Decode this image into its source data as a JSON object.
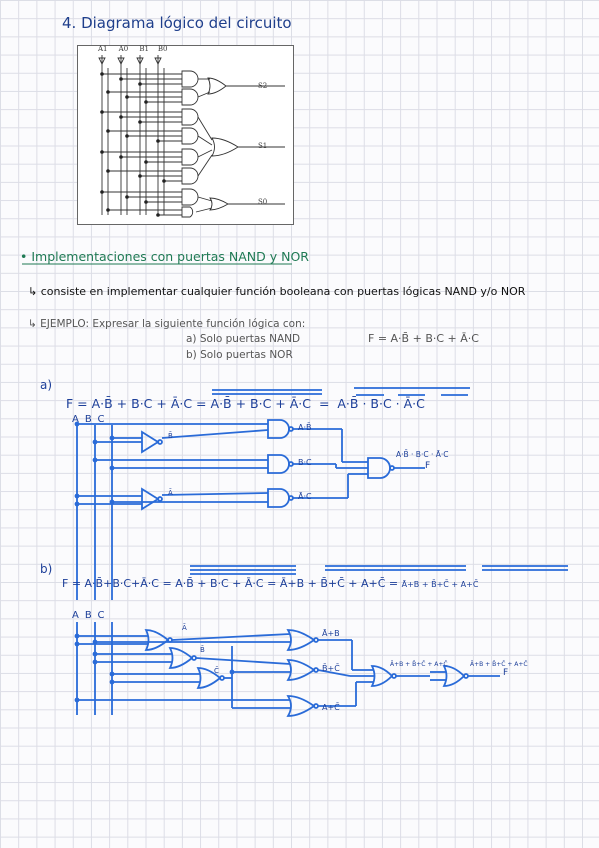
{
  "section4_title": "4. Diagrama lógico del circuito",
  "circuit1": {
    "inputs": [
      "A1",
      "A0",
      "B1",
      "B0"
    ],
    "outputs": [
      "S2",
      "S1",
      "S0"
    ]
  },
  "impl_heading": "• Implementaciones con puertas NAND y NOR",
  "impl_desc": "↳ consiste en implementar cualquier función booleana con puertas lógicas NAND y/o NOR",
  "example": {
    "label": "↳ EJEMPLO: Expresar la siguiente función lógica con:",
    "opt_a": "a) Solo puertas NAND",
    "opt_b": "b) Solo puertas NOR",
    "function": "F = A·B̄ + B·C + Ā·C"
  },
  "part_a": {
    "label": "a)",
    "equation_lhs": "F = A·B̄ + B·C + Ā·C =",
    "equation_mid": "A·B̄ + B·C + Ā·C",
    "equation_rhs": "A·B̄ · B·C · Ā·C",
    "inputs": [
      "A",
      "B",
      "C"
    ],
    "inv_labels": [
      "B̄",
      "Ā"
    ],
    "gate_labels": [
      "A·B̄",
      "B·C",
      "Ā·C"
    ],
    "final_label": "A·B̄ · B·C · Ā·C",
    "output": "F"
  },
  "part_b": {
    "label": "b)",
    "equation_lhs": "F = A·B̄+B·C+Ā·C =",
    "equation_mid": "A·B̄ + B·C + Ā·C",
    "equation_mid2": "Ā+B + B̄+C̄ + A+C̄",
    "equation_rhs": "Ā+B + B̄+C̄ + A+C̄",
    "inputs": [
      "A",
      "B",
      "C"
    ],
    "inv_labels": [
      "Ā",
      "B̄",
      "C̄"
    ],
    "gate_labels": [
      "Ā+B",
      "B̄+C̄",
      "A+C̄"
    ],
    "final_label1": "Ā+B + B̄+C̄ + A+C̄",
    "final_label2": "Ā+B + B̄+C̄ + A+C̄",
    "output": "F"
  }
}
